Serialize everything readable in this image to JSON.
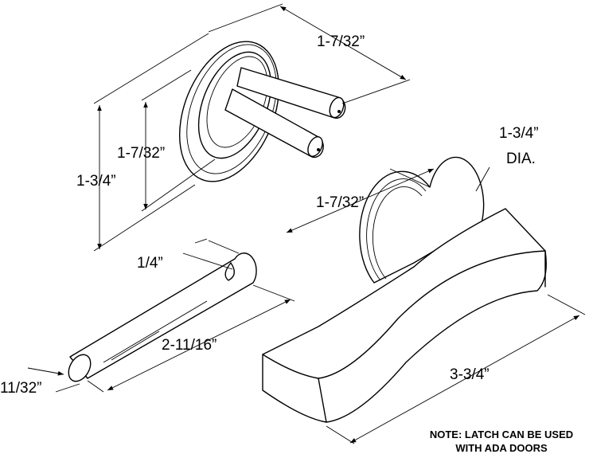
{
  "dimensions": {
    "pin_length_top": "1-7/32”",
    "rosette_inner_height": "1-7/32”",
    "rosette_height": "1-3/4”",
    "knob_diameter_value": "1-3/4”",
    "knob_diameter_unit": "DIA.",
    "knob_depth": "1-7/32”",
    "spindle_slot": "1/4”",
    "spindle_length": "2-11/16”",
    "spindle_diameter": "11/32”",
    "handle_length": "3-3/4”"
  },
  "note": {
    "line1": "NOTE: LATCH CAN BE USED",
    "line2": "WITH ADA DOORS"
  }
}
